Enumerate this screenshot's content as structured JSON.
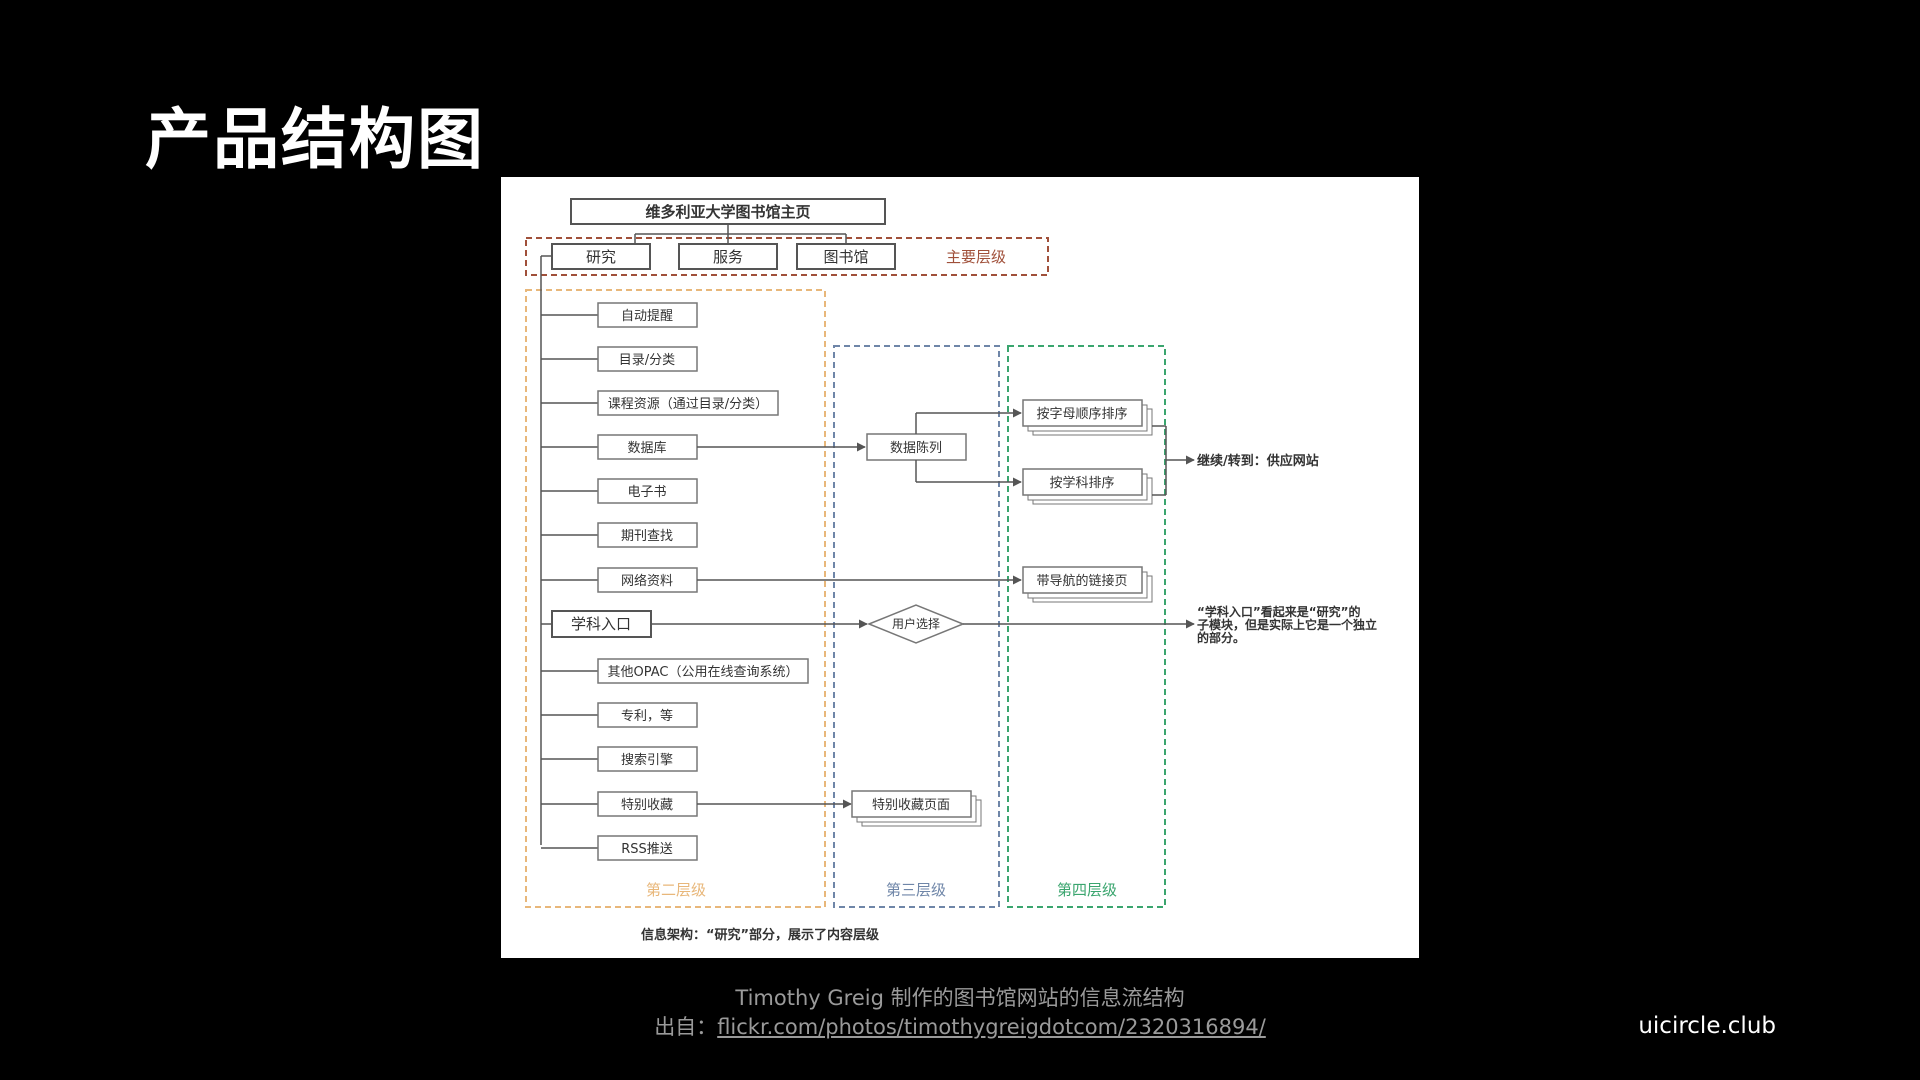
{
  "slide": {
    "title": "产品结构图",
    "caption_line1": "Timothy Greig 制作的图书馆网站的信息流结构",
    "caption_prefix": "出自：",
    "caption_link": "flickr.com/photos/timothygreigdotcom/2320316894/",
    "watermark": "uicircle.club"
  },
  "diagram": {
    "root": "维多利亚大学图书馆主页",
    "top_nodes": [
      "研究",
      "服务",
      "图书馆"
    ],
    "levels": {
      "main": "主要层级",
      "second": "第二层级",
      "third": "第三层级",
      "fourth": "第四层级"
    },
    "level_items": [
      "自动提醒",
      "目录/分类",
      "课程资源（通过目录/分类）",
      "数据库",
      "电子书",
      "期刊查找",
      "网络资料",
      "学科入口",
      "其他OPAC（公用在线查询系统）",
      "专利，等",
      "搜索引擎",
      "特别收藏",
      "RSS推送"
    ],
    "third_nodes": {
      "db_list": "数据陈列",
      "user_choice": "用户选择",
      "special_page": "特别收藏页面"
    },
    "fourth_nodes": {
      "alpha_sort": "按字母顺序排序",
      "subject_sort": "按学科排序",
      "nav_links": "带导航的链接页"
    },
    "notes": {
      "vendor": "继续/转到：供应网站",
      "subject_line1": "“学科入口”看起来是“研究”的",
      "subject_line2": "子模块，但是实际上它是一个独立",
      "subject_line3": "的部分。"
    },
    "footer": "信息架构：“研究”部分，展示了内容层级"
  },
  "colors": {
    "main_level": "#a0503a",
    "second_level": "#e8b77a",
    "third_level": "#6f86a8",
    "fourth_level": "#3aa56e",
    "node_stroke": "#555555",
    "text": "#333333"
  }
}
